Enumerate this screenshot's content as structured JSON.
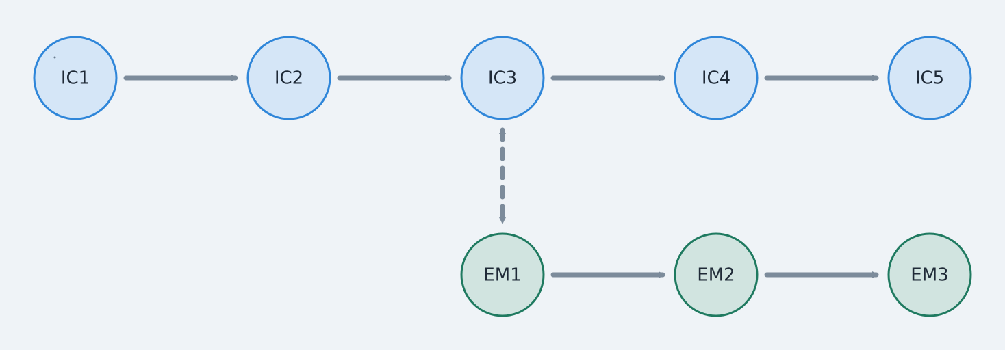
{
  "diagram": {
    "nodes": [
      {
        "id": "IC1",
        "label": "IC1",
        "group": "ic"
      },
      {
        "id": "IC2",
        "label": "IC2",
        "group": "ic"
      },
      {
        "id": "IC3",
        "label": "IC3",
        "group": "ic"
      },
      {
        "id": "IC4",
        "label": "IC4",
        "group": "ic"
      },
      {
        "id": "IC5",
        "label": "IC5",
        "group": "ic"
      },
      {
        "id": "EM1",
        "label": "EM1",
        "group": "em"
      },
      {
        "id": "EM2",
        "label": "EM2",
        "group": "em"
      },
      {
        "id": "EM3",
        "label": "EM3",
        "group": "em"
      }
    ],
    "edges": [
      {
        "from": "IC1",
        "to": "IC2",
        "style": "solid",
        "direction": "forward"
      },
      {
        "from": "IC2",
        "to": "IC3",
        "style": "solid",
        "direction": "forward"
      },
      {
        "from": "IC3",
        "to": "IC4",
        "style": "solid",
        "direction": "forward"
      },
      {
        "from": "IC4",
        "to": "IC5",
        "style": "solid",
        "direction": "forward"
      },
      {
        "from": "IC3",
        "to": "EM1",
        "style": "dashed",
        "direction": "both"
      },
      {
        "from": "EM1",
        "to": "EM2",
        "style": "solid",
        "direction": "forward"
      },
      {
        "from": "EM2",
        "to": "EM3",
        "style": "solid",
        "direction": "forward"
      }
    ],
    "colors": {
      "background": "#eff3f7",
      "ic_fill": "#d5e6f7",
      "ic_stroke": "#2f86d9",
      "em_fill": "#d1e4e0",
      "em_stroke": "#1f7a60",
      "edge": "#7c8b9b",
      "label": "#1f2a37"
    }
  }
}
